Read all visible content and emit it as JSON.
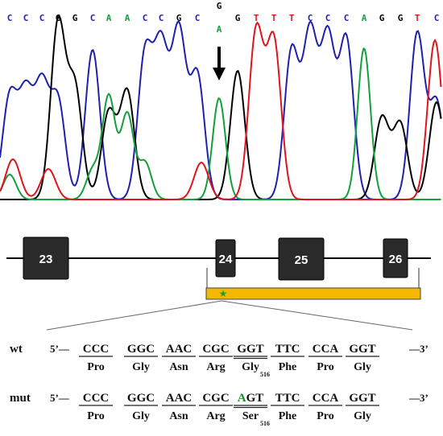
{
  "colors": {
    "base_C": "#1f1fb0",
    "base_G": "#000000",
    "base_A": "#12a03c",
    "base_T": "#e0141c",
    "exon_fill": "#2a2a2a",
    "region_fill": "#f5b800",
    "mutation_green": "#1a8a2e",
    "star": "#1a9e2e"
  },
  "sequence": {
    "bases": [
      "C",
      "C",
      "C",
      "G",
      "G",
      "C",
      "A",
      "A",
      "C",
      "C",
      "G",
      "C",
      "G",
      "G",
      "T",
      "T",
      "T",
      "C",
      "C",
      "C",
      "A",
      "G",
      "G",
      "T",
      "C"
    ],
    "het_top": "G",
    "het_bottom": "A",
    "het_index": 12
  },
  "gene_map": {
    "exons": [
      "23",
      "24",
      "25",
      "26"
    ],
    "star_glyph": "★"
  },
  "alignment": {
    "five_prime": "5’—",
    "three_prime": "—3’",
    "rows": [
      {
        "label": "wt",
        "codons": [
          "CCC",
          "GGC",
          "AAC",
          "CGC",
          "GGT",
          "TTC",
          "CCA",
          "GGT"
        ],
        "aminoacids": [
          "Pro",
          "Gly",
          "Asn",
          "Arg",
          "Gly",
          "Phe",
          "Pro",
          "Gly"
        ],
        "position": "516"
      },
      {
        "label": "mut",
        "codons": [
          "CCC",
          "GGC",
          "AAC",
          "CGC",
          "AGT",
          "TTC",
          "CCA",
          "GGT"
        ],
        "mut_base": "A",
        "mut_rest": "GT",
        "aminoacids": [
          "Pro",
          "Gly",
          "Asn",
          "Arg",
          "Ser",
          "Phe",
          "Pro",
          "Gly"
        ],
        "position": "516"
      }
    ]
  }
}
